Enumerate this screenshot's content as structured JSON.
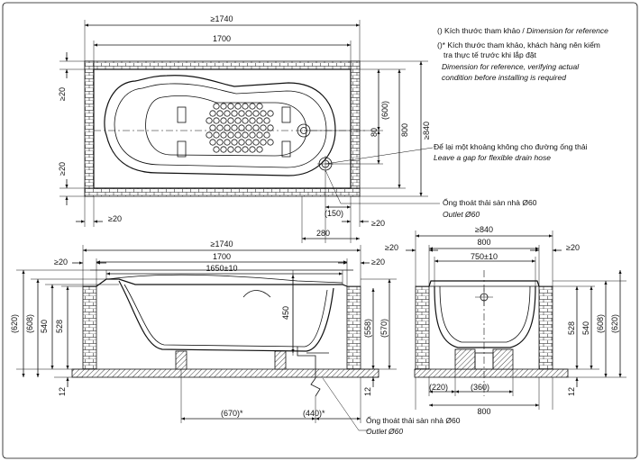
{
  "legend": {
    "ref_vi": "() Kích thước tham khảo / ",
    "ref_en": "Dimension for reference",
    "star_vi_1": "()* Kích thước tham khảo, khách hàng nên kiểm",
    "star_vi_2": "tra thực tế trước khi lắp đặt",
    "star_en_1": "Dimension for reference, verifying actual",
    "star_en_2": "condition before installing is required"
  },
  "notes": {
    "gap_vi": "Để lại một khoảng không cho đường ống thải",
    "gap_en": "Leave a gap for flexible drain hose",
    "outlet_vi": "Ống thoát thải sàn nhà Ø60",
    "outlet_en": "Outlet Ø60"
  },
  "plan": {
    "overall": "≥1740",
    "length": "1700",
    "gap_top": "≥20",
    "gap_bottom": "≥20",
    "gap_left": "≥20",
    "gap_right": "≥20",
    "d_150": "(150)",
    "d_280": "280",
    "d_600": "(600)",
    "d_80": "80",
    "d_800": "800",
    "d_840": "≥840"
  },
  "front": {
    "overall": "≥1740",
    "length": "1700",
    "inner": "1650±10",
    "gap_left": "≥20",
    "gap_right": "≥20",
    "h_620": "(620)",
    "h_608": "(608)",
    "h_540": "540",
    "h_528": "528",
    "h_450": "450",
    "h_558": "(558)",
    "h_570": "(570)",
    "h_12_left": "12",
    "h_12_right": "12",
    "d_670": "(670)*",
    "d_440": "(440)*"
  },
  "side": {
    "overall": "≥840",
    "width": "800",
    "inner": "750±10",
    "gap_left": "≥20",
    "gap_right": "≥20",
    "h_528": "528",
    "h_540": "540",
    "h_608": "(608)",
    "h_620": "(620)",
    "h_12": "12",
    "d_220": "(220)",
    "d_360": "(360)",
    "bottom": "800"
  }
}
